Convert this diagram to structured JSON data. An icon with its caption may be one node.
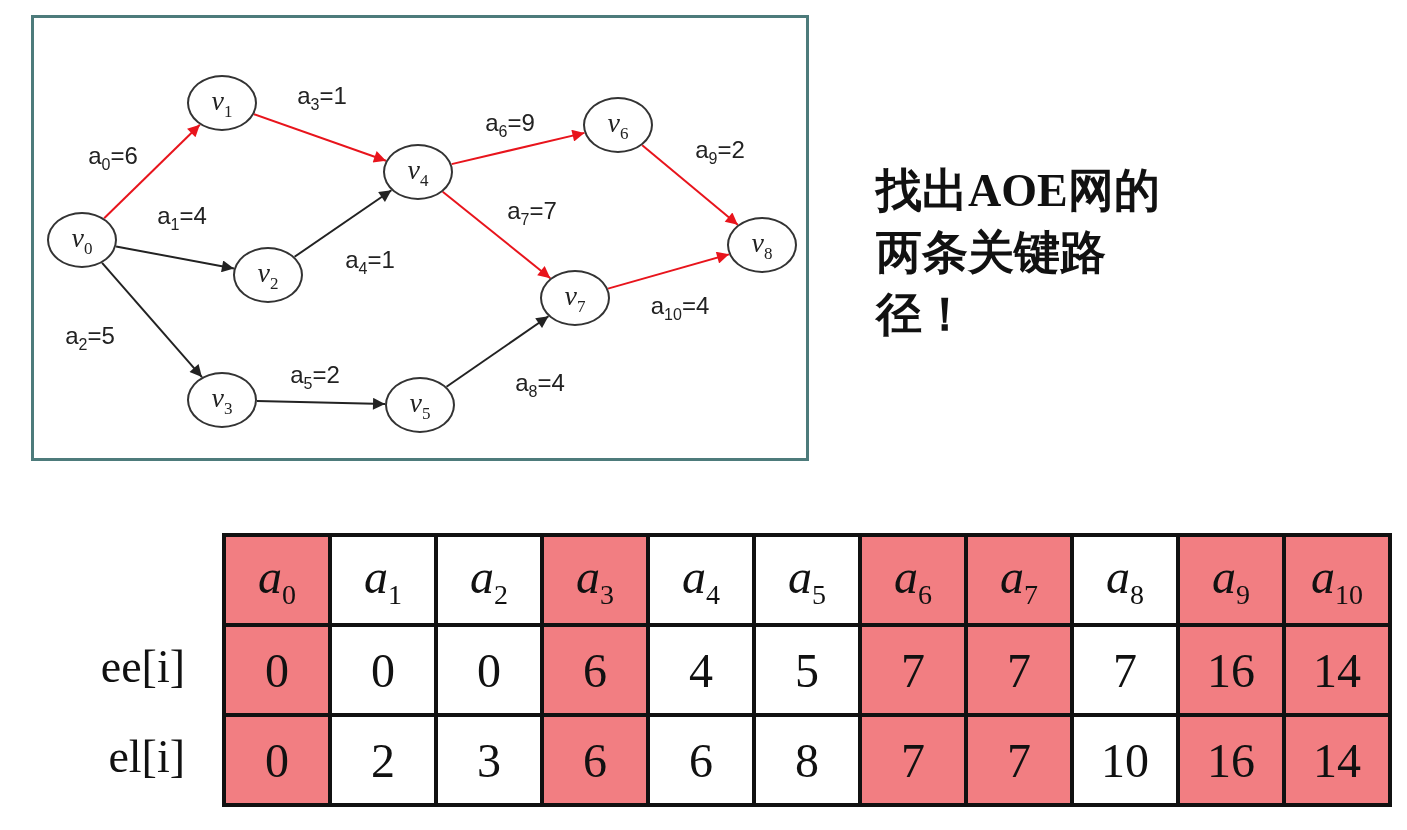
{
  "diagram": {
    "nodes": [
      {
        "text": [
          "v$_{0}$"
        ]
      },
      {
        "text": [
          "v$_{1}$"
        ]
      },
      {
        "text": [
          "v$_{2}$"
        ]
      },
      {
        "text": [
          "v$_{3}$"
        ]
      },
      {
        "text": [
          "v$_{4}$"
        ]
      },
      {
        "text": [
          "v$_{5}$"
        ]
      },
      {
        "text": [
          "v$_{6}$"
        ]
      },
      {
        "text": [
          "v$_{7}$"
        ]
      },
      {
        "text": [
          "v$_{8}$"
        ]
      }
    ],
    "edges": [
      {
        "from": 0,
        "to": 1,
        "arrow": "to",
        "label": "a$_{0}$=6",
        "color": "#e8141c"
      },
      {
        "from": 0,
        "to": 2,
        "arrow": "to",
        "label": "a$_{1}$=4",
        "color": "#222222"
      },
      {
        "from": 0,
        "to": 3,
        "arrow": "to",
        "label": "a$_{2}$=5",
        "color": "#222222"
      },
      {
        "from": 1,
        "to": 4,
        "arrow": "to",
        "label": "a$_{3}$=1",
        "color": "#e8141c"
      },
      {
        "from": 2,
        "to": 4,
        "arrow": "to",
        "label": "a$_{4}$=1",
        "color": "#222222"
      },
      {
        "from": 3,
        "to": 5,
        "arrow": "to",
        "label": "a$_{5}$=2",
        "color": "#222222"
      },
      {
        "from": 4,
        "to": 6,
        "arrow": "to",
        "label": "a$_{6}$=9",
        "color": "#e8141c"
      },
      {
        "from": 4,
        "to": 7,
        "arrow": "to",
        "label": "a$_{7}$=7",
        "color": "#e8141c"
      },
      {
        "from": 5,
        "to": 7,
        "arrow": "to",
        "label": "a$_{8}$=4",
        "color": "#222222"
      },
      {
        "from": 6,
        "to": 8,
        "arrow": "to",
        "label": "a$_{9}$=2",
        "color": "#e8141c"
      },
      {
        "from": 7,
        "to": 8,
        "arrow": "to",
        "label": "a$_{10}$=4",
        "color": "#e8141c"
      }
    ],
    "labels": [
      "找出AOE网的两条关键路径！",
      "a$_{0}$",
      "a$_{1}$",
      "a$_{2}$",
      "a$_{3}$",
      "a$_{4}$",
      "a$_{5}$",
      "a$_{6}$",
      "a$_{7}$",
      "a$_{8}$",
      "a$_{9}$",
      "a$_{10}$",
      "ee[i]",
      "0",
      "0",
      "0",
      "6",
      "4",
      "5",
      "7",
      "7",
      "7",
      "16",
      "14",
      "el[i]",
      "0",
      "2",
      "3",
      "6",
      "6",
      "8",
      "7",
      "7",
      "10",
      "16",
      "14"
    ]
  }
}
